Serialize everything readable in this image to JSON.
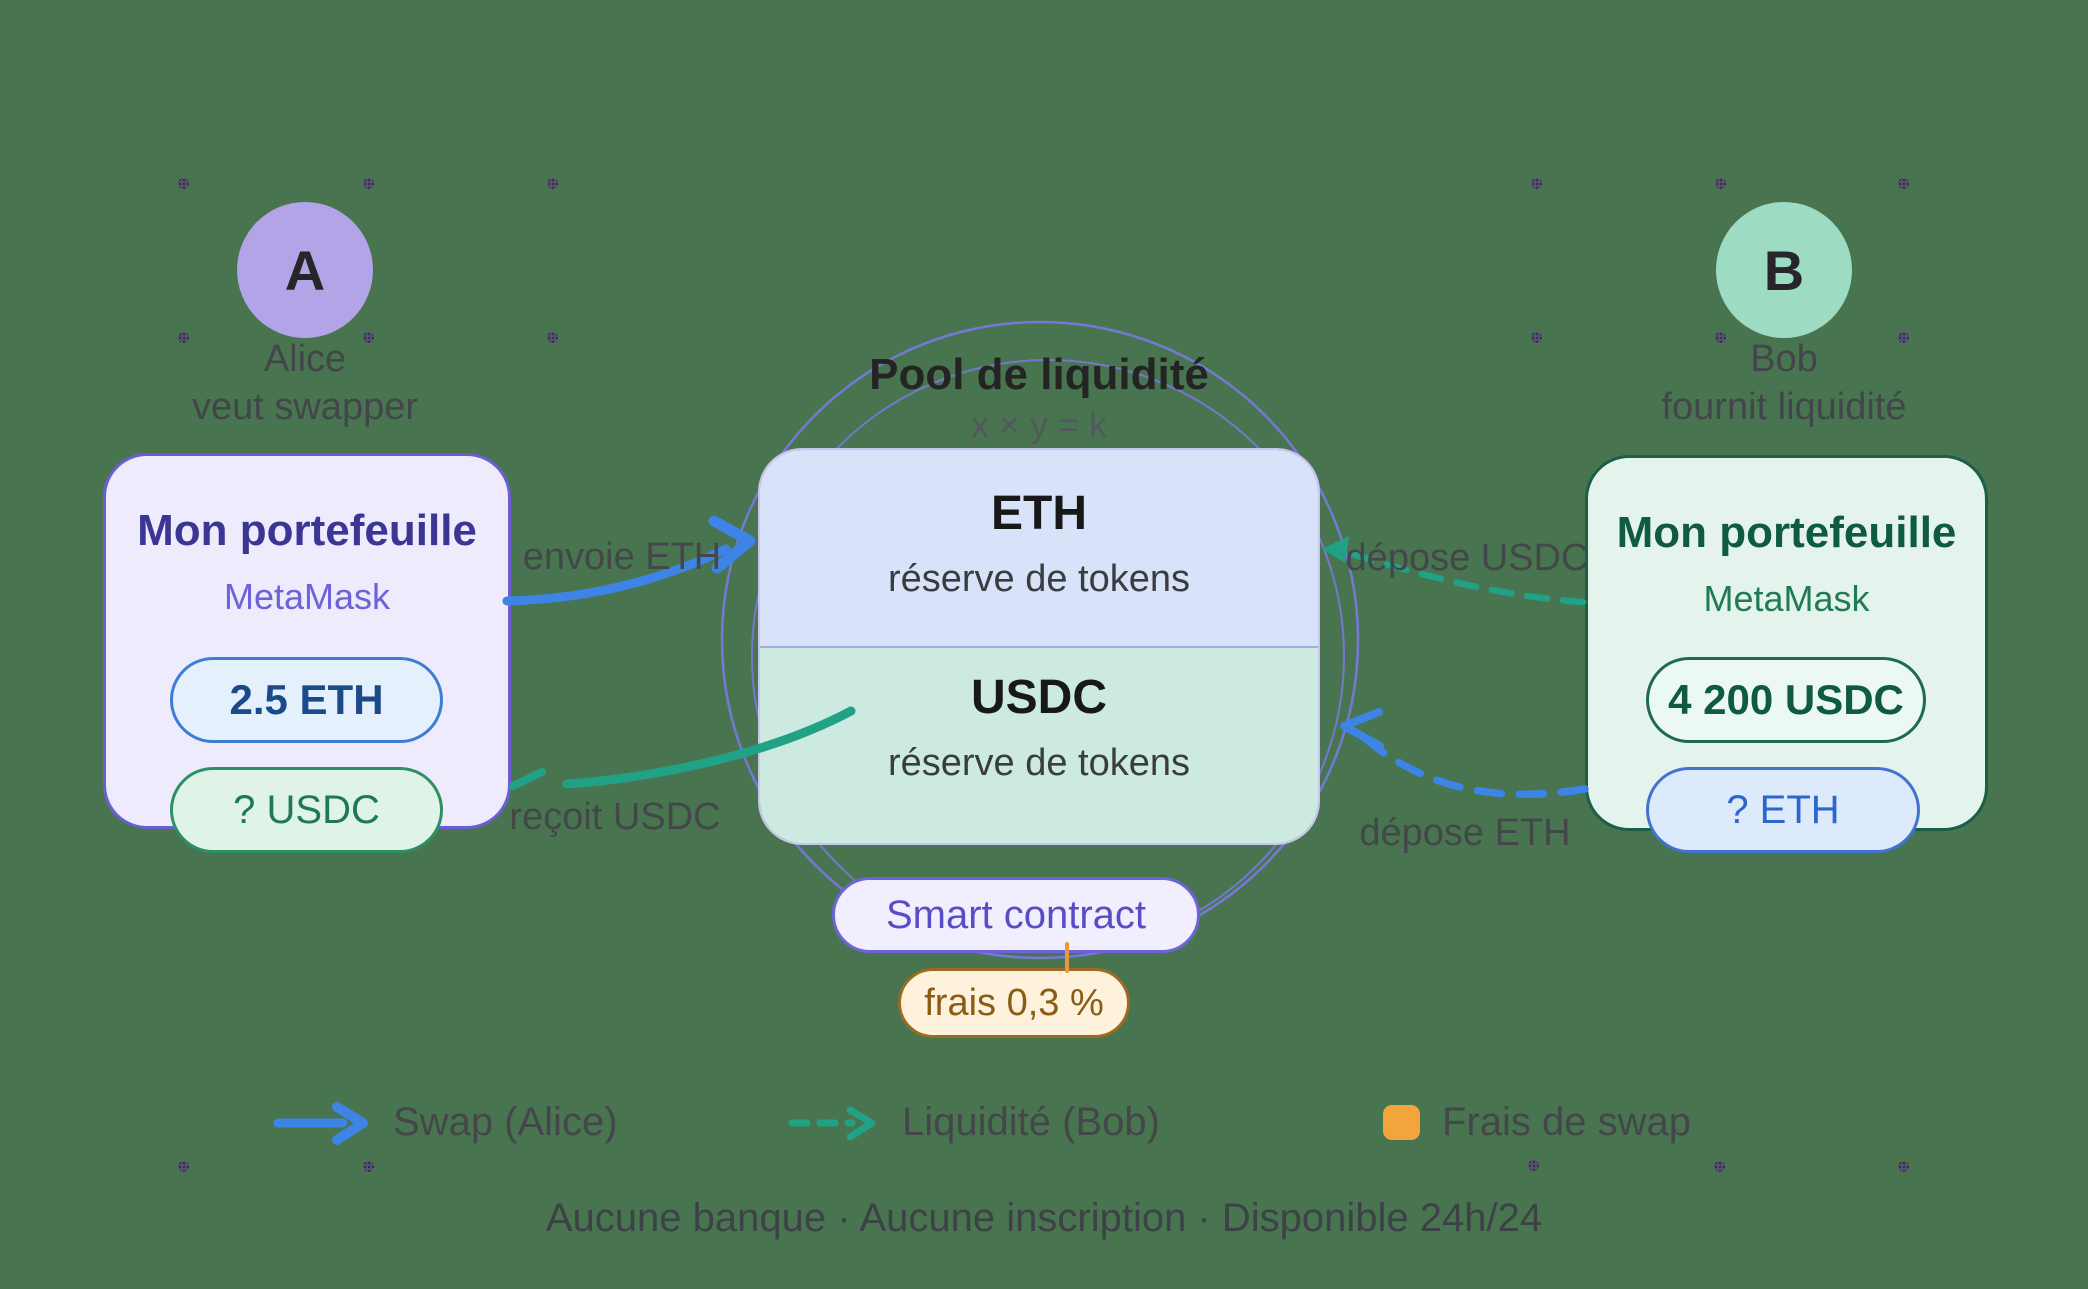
{
  "colors": {
    "background": "#487550",
    "swap_blue": "#3d84e6",
    "liquidity_teal": "#21a185",
    "fee_orange": "#f2a53a",
    "pool_circle_stroke": "#7b79e4"
  },
  "actors": {
    "alice": {
      "initial": "A",
      "name": "Alice",
      "role": "veut swapper"
    },
    "bob": {
      "initial": "B",
      "name": "Bob",
      "role": "fournit liquidité"
    }
  },
  "wallets": {
    "alice": {
      "title": "Mon portefeuille",
      "subtitle": "MetaMask",
      "balances": [
        {
          "label": "2.5 ETH"
        },
        {
          "label": "? USDC"
        }
      ]
    },
    "bob": {
      "title": "Mon portefeuille",
      "subtitle": "MetaMask",
      "balances": [
        {
          "label": "4 200 USDC"
        },
        {
          "label": "? ETH"
        }
      ]
    }
  },
  "pool": {
    "title": "Pool de liquidité",
    "formula": "x × y = k",
    "reserves": [
      {
        "token": "ETH",
        "caption": "réserve de tokens"
      },
      {
        "token": "USDC",
        "caption": "réserve de tokens"
      }
    ],
    "contract_label": "Smart contract",
    "fee_label": "frais 0,3 %"
  },
  "flows": {
    "send_eth": "envoie ETH",
    "receive_usdc": "reçoit USDC",
    "deposit_usdc": "dépose USDC",
    "deposit_eth": "dépose ETH"
  },
  "legend": [
    {
      "style": "solid-arrow",
      "color": "#3d84e6",
      "label": "Swap (Alice)"
    },
    {
      "style": "dashed-arrow",
      "color": "#21a185",
      "label": "Liquidité (Bob)"
    },
    {
      "style": "square",
      "color": "#f2a53a",
      "label": "Frais de swap"
    }
  ],
  "footer": {
    "tagline": "Aucune banque · Aucune inscription · Disponible 24h/24"
  }
}
